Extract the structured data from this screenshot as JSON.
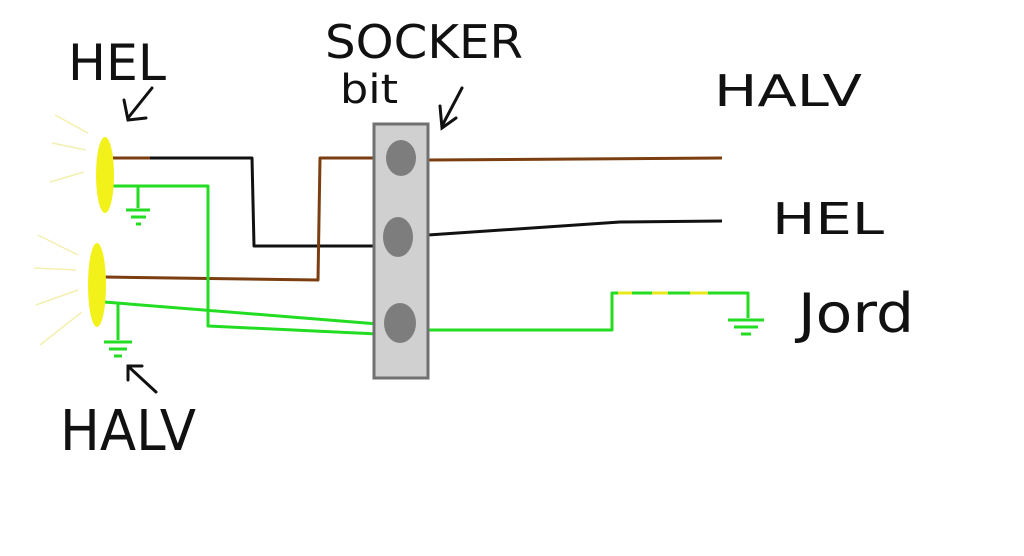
{
  "labels": {
    "hel_left": "HEL",
    "halv_left": "HALV",
    "socker": "SOCKER",
    "bit": "bit",
    "halv_right": "HALV",
    "hel_right": "HEL",
    "jord": "Jord"
  },
  "colors": {
    "brown_wire": "#7a3e10",
    "black_wire": "#111111",
    "green_wire": "#22dd22",
    "yellow_lamp": "#f2f21a",
    "lamp_rays": "#f4f0b0",
    "connector_fill": "#d0d0d0",
    "connector_stroke": "#707070",
    "pin": "#7d7d7d",
    "ground_stripe": "#e8e81a"
  },
  "icons": [
    "arrow-icon",
    "ground-symbol-icon",
    "lamp-icon"
  ]
}
